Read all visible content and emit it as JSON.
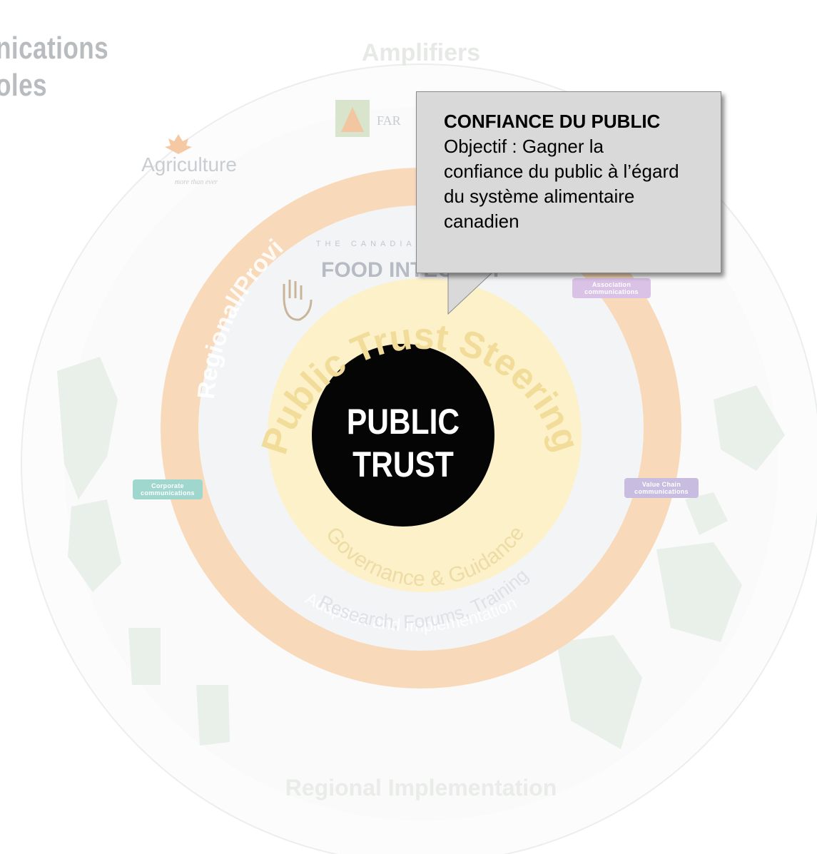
{
  "background_title": {
    "line1": "nications",
    "line2": "oles"
  },
  "rings": {
    "outer_top": "Amplifiers",
    "outer_bottom": "Regional Implementation",
    "orange_top": "Regional/Provi",
    "orange_bottom": "Adaption and Implementation",
    "middle_bottom": "Research, Forums, Training",
    "middle_top_small": "THE CANADIAN CENTRE FOR",
    "middle_top_large": "FOOD INTEGRITY",
    "inner_top": "Public Trust Steering Committee",
    "inner_bottom": "Governance & Guidance"
  },
  "center": {
    "line1": "PUBLIC",
    "line2": "TRUST"
  },
  "badges": {
    "left": "Corporate communications",
    "right": "Value Chain communications",
    "top_right": "Association communications"
  },
  "logos": {
    "agriculture": "Agriculture",
    "agriculture_tagline": "more than ever",
    "farm_partial": "FAR"
  },
  "callout": {
    "title": "CONFIANCE DU PUBLIC",
    "body": "Objectif : Gagner la confiance du public à l’égard du système alimentaire canadien"
  },
  "colors": {
    "orange_ring": "#f7d7b6",
    "inner_yellow": "#fbefc4",
    "center_disc": "#050505",
    "callout_bg": "#d9d9d9",
    "badge_teal": "#9fd7cf",
    "badge_purple": "#c8bde0"
  }
}
